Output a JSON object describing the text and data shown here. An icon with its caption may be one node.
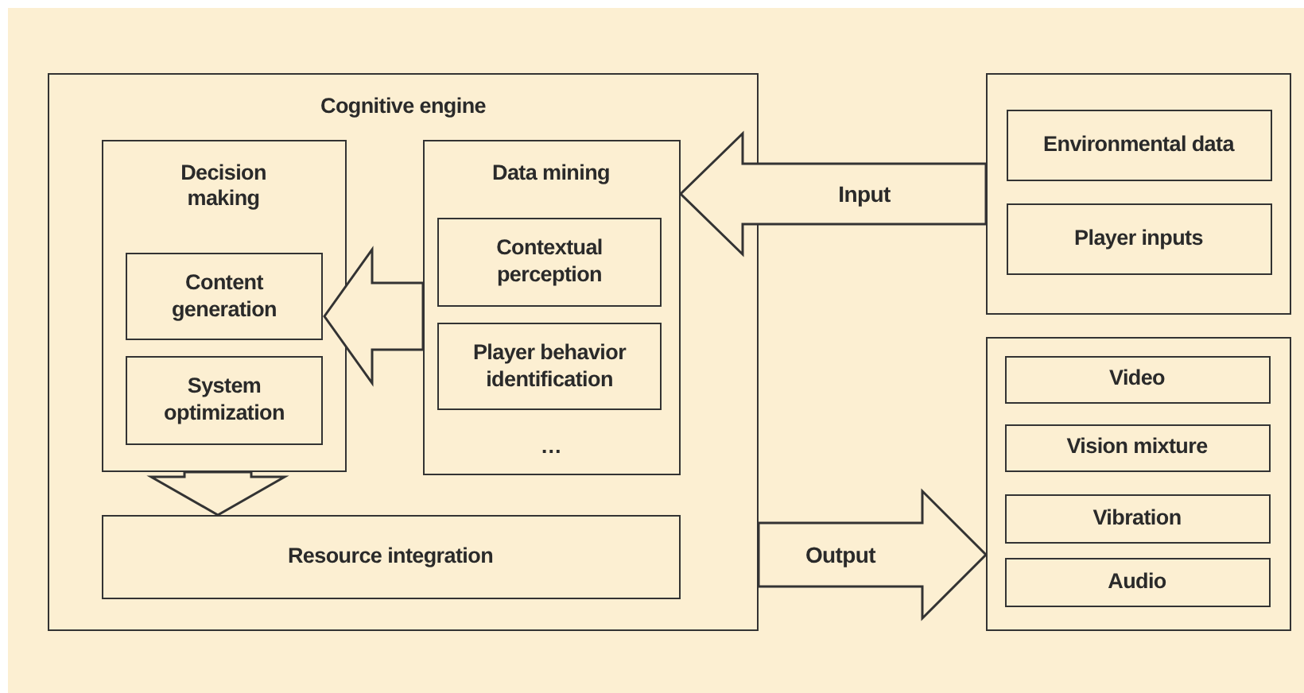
{
  "diagram": {
    "nodes": [
      {
        "text": [
          "Cognitive engine"
        ]
      },
      {
        "text": [
          "Decision making"
        ],
        "in": 0
      },
      {
        "text": [
          "Content generation"
        ],
        "in": 1
      },
      {
        "text": [
          "System optimization"
        ],
        "in": 1
      },
      {
        "text": [
          "Data mining",
          "…"
        ],
        "in": 0
      },
      {
        "text": [
          "Contextual perception"
        ],
        "in": 4
      },
      {
        "text": [
          "Player behavior identification"
        ],
        "in": 4
      },
      {
        "text": [
          "Resource integration"
        ],
        "in": 0
      },
      {
        "text": [],
        "shape": "box"
      },
      {
        "text": [
          "Environmental data"
        ],
        "in": 8
      },
      {
        "text": [
          "Player inputs"
        ],
        "in": 8
      },
      {
        "text": [],
        "shape": "box"
      },
      {
        "text": [
          "Video"
        ],
        "in": 11
      },
      {
        "text": [
          "Vision mixture"
        ],
        "in": 11
      },
      {
        "text": [
          "Vibration"
        ],
        "in": 11
      },
      {
        "text": [
          "Audio"
        ],
        "in": 11
      }
    ],
    "edges": [
      {
        "from": 8,
        "to": 4,
        "arrow": "to",
        "label": "Input"
      },
      {
        "from": 4,
        "to": 2,
        "arrow": "to"
      },
      {
        "from": 1,
        "to": 7,
        "arrow": "to"
      },
      {
        "from": 0,
        "to": 11,
        "arrow": "to",
        "label": "Output"
      }
    ]
  }
}
